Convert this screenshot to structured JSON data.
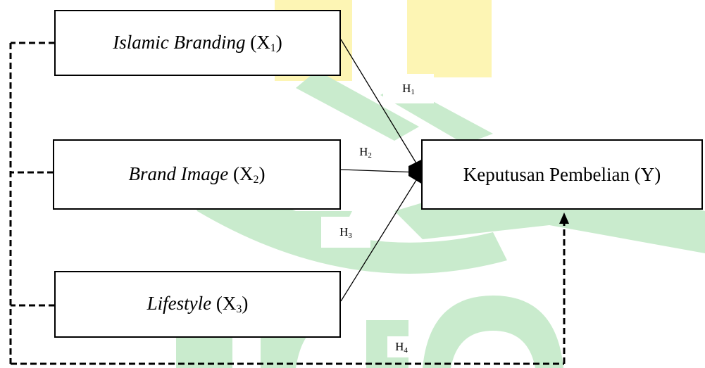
{
  "watermark_colors": {
    "yellow": "#fdf5b4",
    "green": "#c9ebcd"
  },
  "variables": {
    "x1": {
      "italic": "Islamic Branding",
      "plain": " (X",
      "sub": "1",
      "close": ")"
    },
    "x2": {
      "italic": "Brand Image",
      "plain": " (X",
      "sub": "2",
      "close": ")"
    },
    "x3": {
      "italic": "Lifestyle",
      "plain": " (X",
      "sub": "3",
      "close": ")"
    },
    "y": {
      "label": "Keputusan Pembelian (Y)"
    }
  },
  "hypotheses": {
    "h1": {
      "letter": "H",
      "sub": "1"
    },
    "h2": {
      "letter": "H",
      "sub": "2"
    },
    "h3": {
      "letter": "H",
      "sub": "3"
    },
    "h4": {
      "letter": "H",
      "sub": "4"
    }
  }
}
